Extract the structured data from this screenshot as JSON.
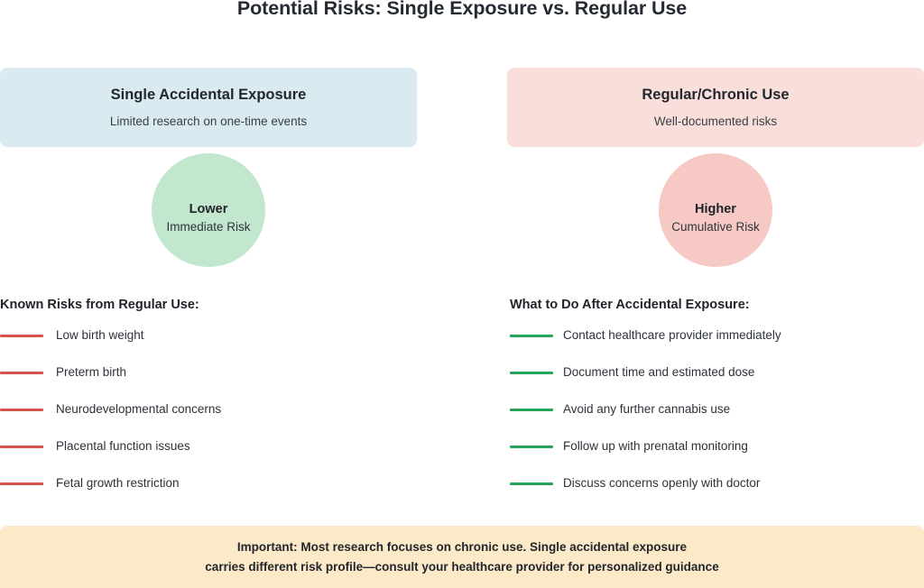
{
  "title": "Potential Risks: Single Exposure vs. Regular Use",
  "colors": {
    "card_left_bg": "#daeaf1",
    "card_right_bg": "#f9dedb",
    "circle_left_bg": "#c2e6ce",
    "circle_right_bg": "#f6c9c4",
    "dash_red": "#d65349",
    "dash_green": "#27a45c",
    "footer_bg": "#fbe9c8",
    "text_dark": "#21252b"
  },
  "columns": {
    "left": {
      "card": {
        "title": "Single Accidental Exposure",
        "subtitle": "Limited research on one-time events"
      },
      "circle": {
        "level": "Lower",
        "caption": "Immediate Risk"
      }
    },
    "right": {
      "card": {
        "title": "Regular/Chronic Use",
        "subtitle": "Well-documented risks"
      },
      "circle": {
        "level": "Higher",
        "caption": "Cumulative Risk"
      }
    }
  },
  "lists": {
    "left": {
      "heading": "Known Risks from Regular Use:",
      "dash_color": "#d65349",
      "items": [
        "Low birth weight",
        "Preterm birth",
        "Neurodevelopmental concerns",
        "Placental function issues",
        "Fetal growth restriction"
      ]
    },
    "right": {
      "heading": "What to Do After Accidental Exposure:",
      "dash_color": "#27a45c",
      "items": [
        "Contact healthcare provider immediately",
        "Document time and estimated dose",
        "Avoid any further cannabis use",
        "Follow up with prenatal monitoring",
        "Discuss concerns openly with doctor"
      ]
    }
  },
  "footer": {
    "line1": "Important: Most research focuses on chronic use. Single accidental exposure",
    "line2": "carries different risk profile—consult your healthcare provider for personalized guidance"
  }
}
